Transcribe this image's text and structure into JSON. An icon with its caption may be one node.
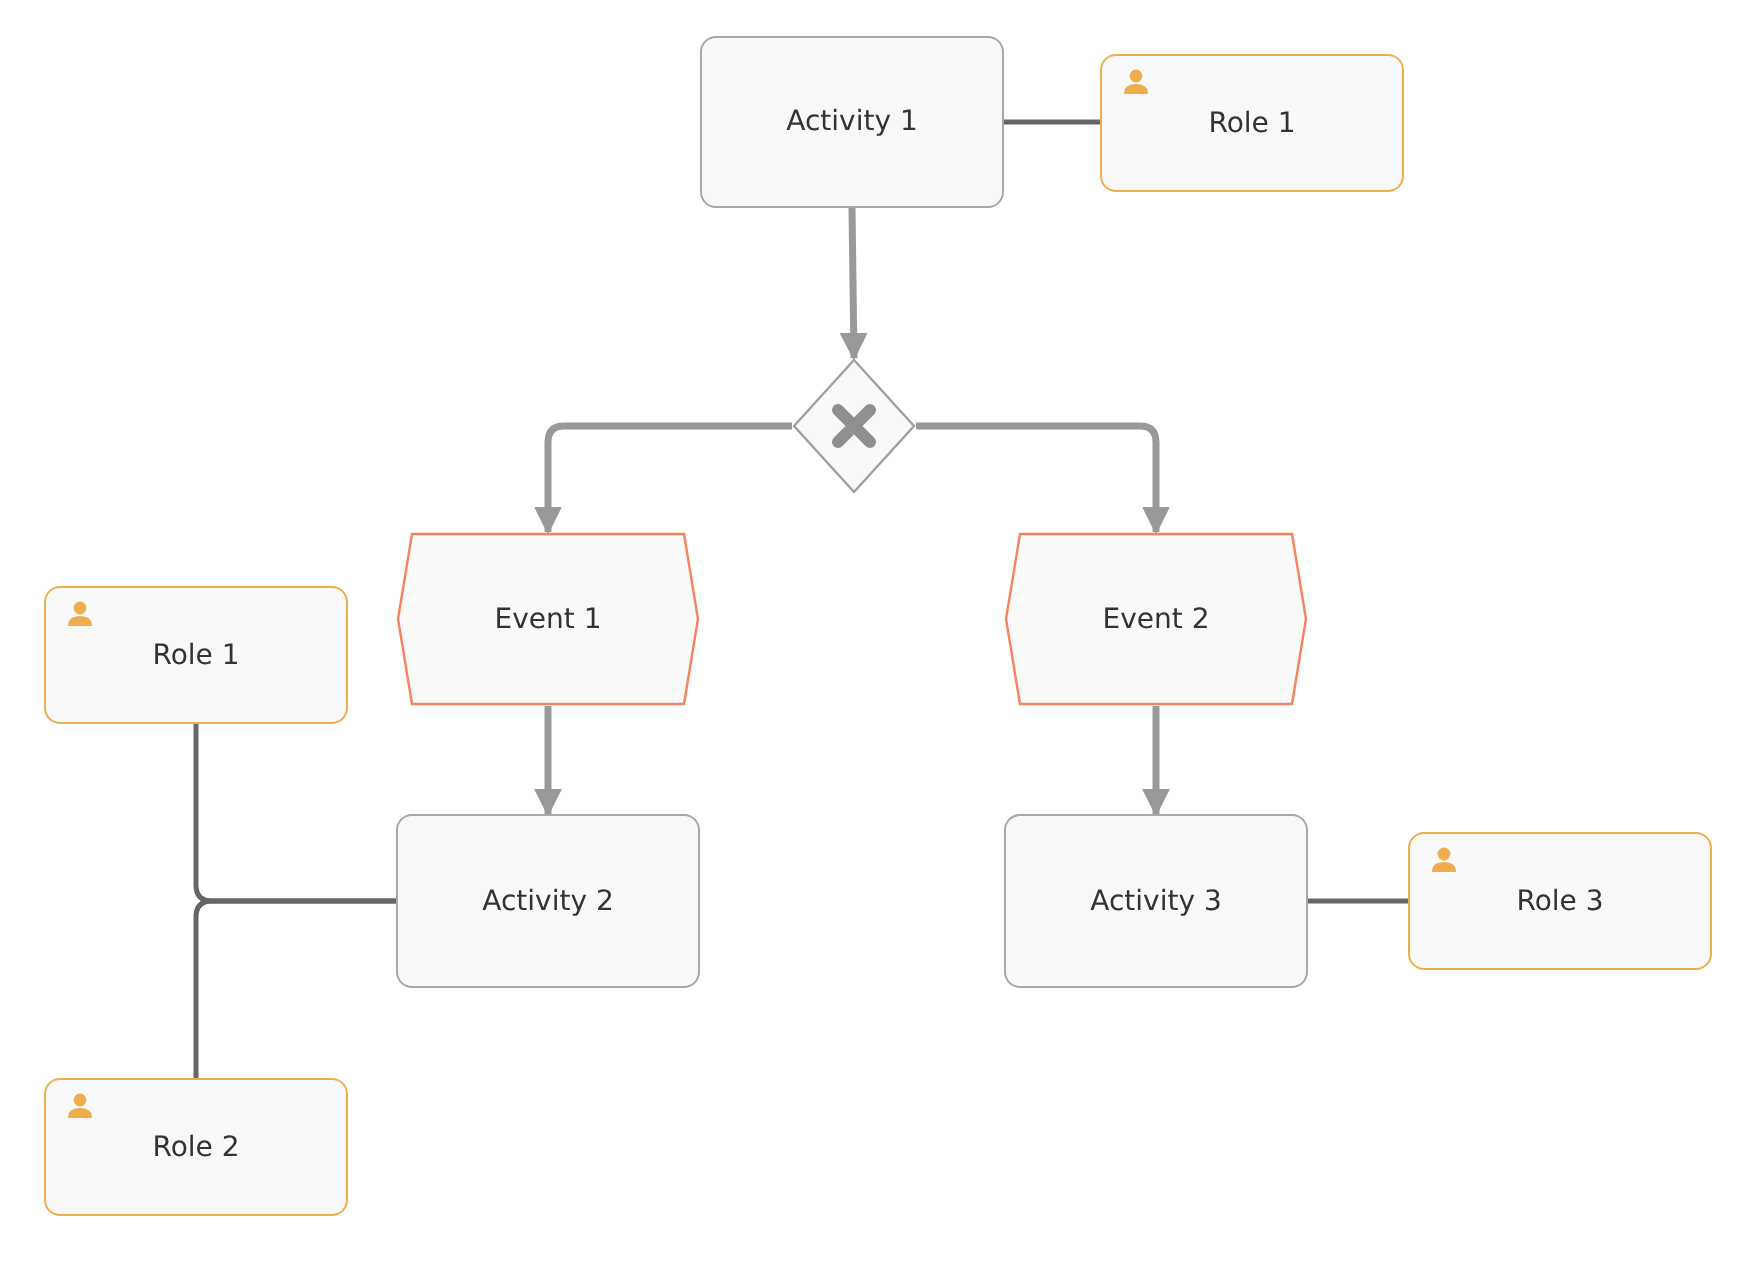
{
  "diagram": {
    "nodes": [
      {
        "text": [
          "Activity 1"
        ]
      },
      {
        "text": [
          "Role 1"
        ]
      },
      {
        "text": [],
        "shape": "diamond"
      },
      {
        "text": [
          "Event 1"
        ]
      },
      {
        "text": [
          "Event 2"
        ]
      },
      {
        "text": [
          "Role 1"
        ]
      },
      {
        "text": [
          "Activity 2"
        ]
      },
      {
        "text": [
          "Activity 3"
        ]
      },
      {
        "text": [
          "Role 3"
        ]
      },
      {
        "text": [
          "Role 2"
        ]
      }
    ],
    "edges": [
      {
        "from": 0,
        "to": 1,
        "arrow": "none",
        "color": "#666666"
      },
      {
        "from": 0,
        "to": 2,
        "arrow": "to"
      },
      {
        "from": 2,
        "to": 3,
        "arrow": "to"
      },
      {
        "from": 2,
        "to": 4,
        "arrow": "to"
      },
      {
        "from": 3,
        "to": 6,
        "arrow": "to"
      },
      {
        "from": 4,
        "to": 7,
        "arrow": "to"
      },
      {
        "from": 5,
        "to": 6,
        "arrow": "none",
        "color": "#666666"
      },
      {
        "from": 9,
        "to": 6,
        "arrow": "none",
        "color": "#666666"
      },
      {
        "from": 7,
        "to": 8,
        "arrow": "none",
        "color": "#666666"
      }
    ]
  }
}
